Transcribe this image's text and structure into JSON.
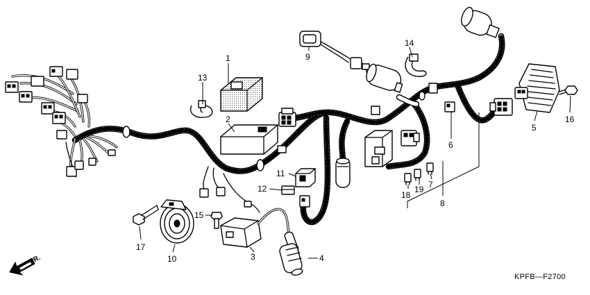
{
  "diagram": {
    "code": "KPFB—F2700",
    "front_label": "FR.",
    "callouts": {
      "c1": "1",
      "c2": "2",
      "c3": "3",
      "c4": "4",
      "c5": "5",
      "c6": "6",
      "c7": "7",
      "c8": "8",
      "c9": "9",
      "c10": "10",
      "c11": "11",
      "c12": "12",
      "c13": "13",
      "c14": "14",
      "c15": "15",
      "c16": "16",
      "c17": "17",
      "c18": "18",
      "c19": "19"
    }
  }
}
